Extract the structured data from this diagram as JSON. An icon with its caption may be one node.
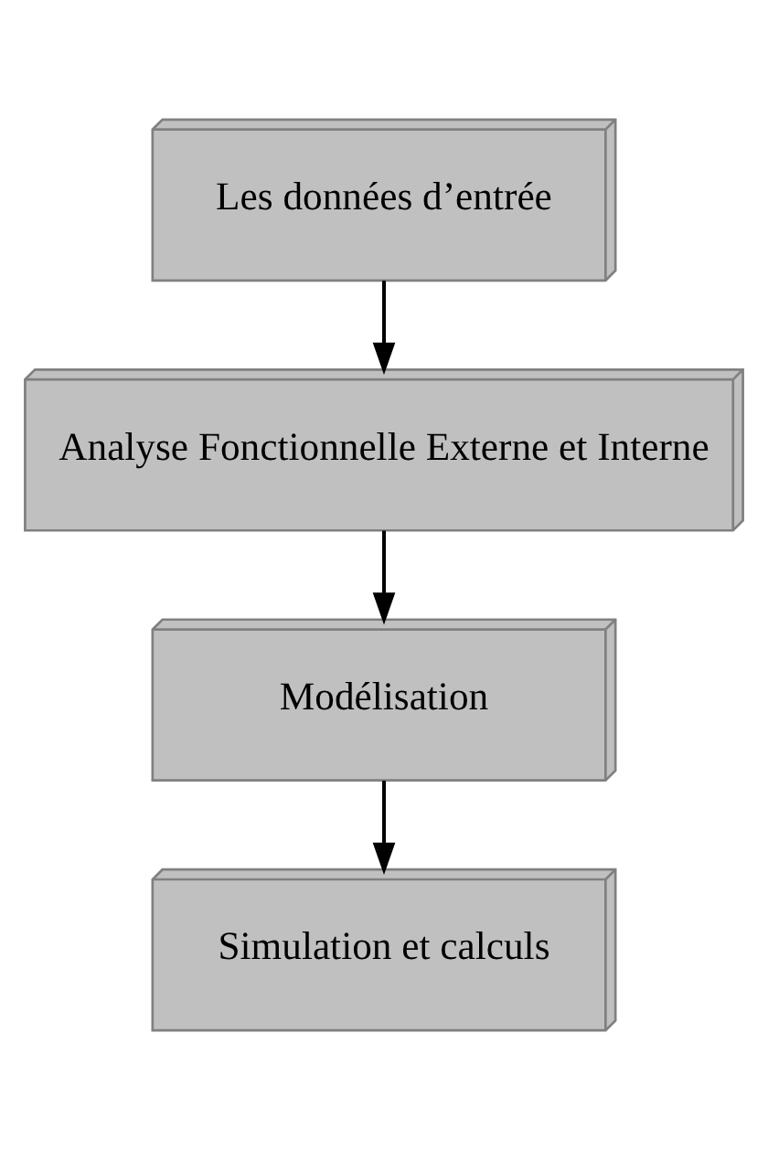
{
  "diagram": {
    "nodes": [
      {
        "text": [
          "Les données d’entrée"
        ]
      },
      {
        "text": [
          "Analyse Fonctionnelle Externe et Interne"
        ]
      },
      {
        "text": [
          "Modélisation"
        ]
      },
      {
        "text": [
          "Simulation et calculs"
        ]
      }
    ],
    "edges": [
      {
        "from": 0,
        "to": 1,
        "arrow": "to"
      },
      {
        "from": 1,
        "to": 2,
        "arrow": "to"
      },
      {
        "from": 2,
        "to": 3,
        "arrow": "to"
      }
    ]
  }
}
